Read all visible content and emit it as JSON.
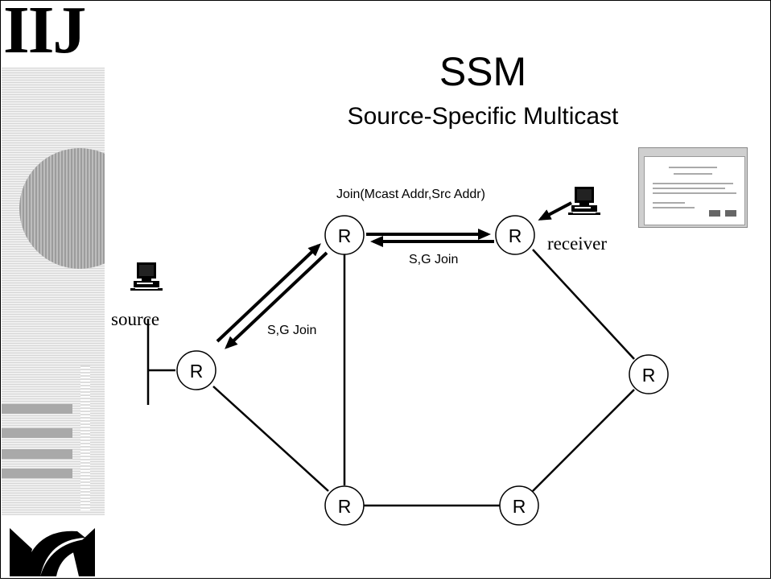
{
  "logo": {
    "text": "IIJ"
  },
  "title": "SSM",
  "subtitle": "Source-Specific Multicast",
  "labels": {
    "join_message": "Join(Mcast Addr,Src Addr)",
    "sg_join_top": "S,G Join",
    "sg_join_left": "S,G Join",
    "receiver": "receiver",
    "source": "source"
  },
  "router_label": "R",
  "routers": [
    {
      "id": "r1",
      "label": "R"
    },
    {
      "id": "r2",
      "label": "R"
    },
    {
      "id": "r3",
      "label": "R"
    },
    {
      "id": "r4",
      "label": "R"
    },
    {
      "id": "r5",
      "label": "R"
    },
    {
      "id": "r6",
      "label": "R"
    }
  ]
}
